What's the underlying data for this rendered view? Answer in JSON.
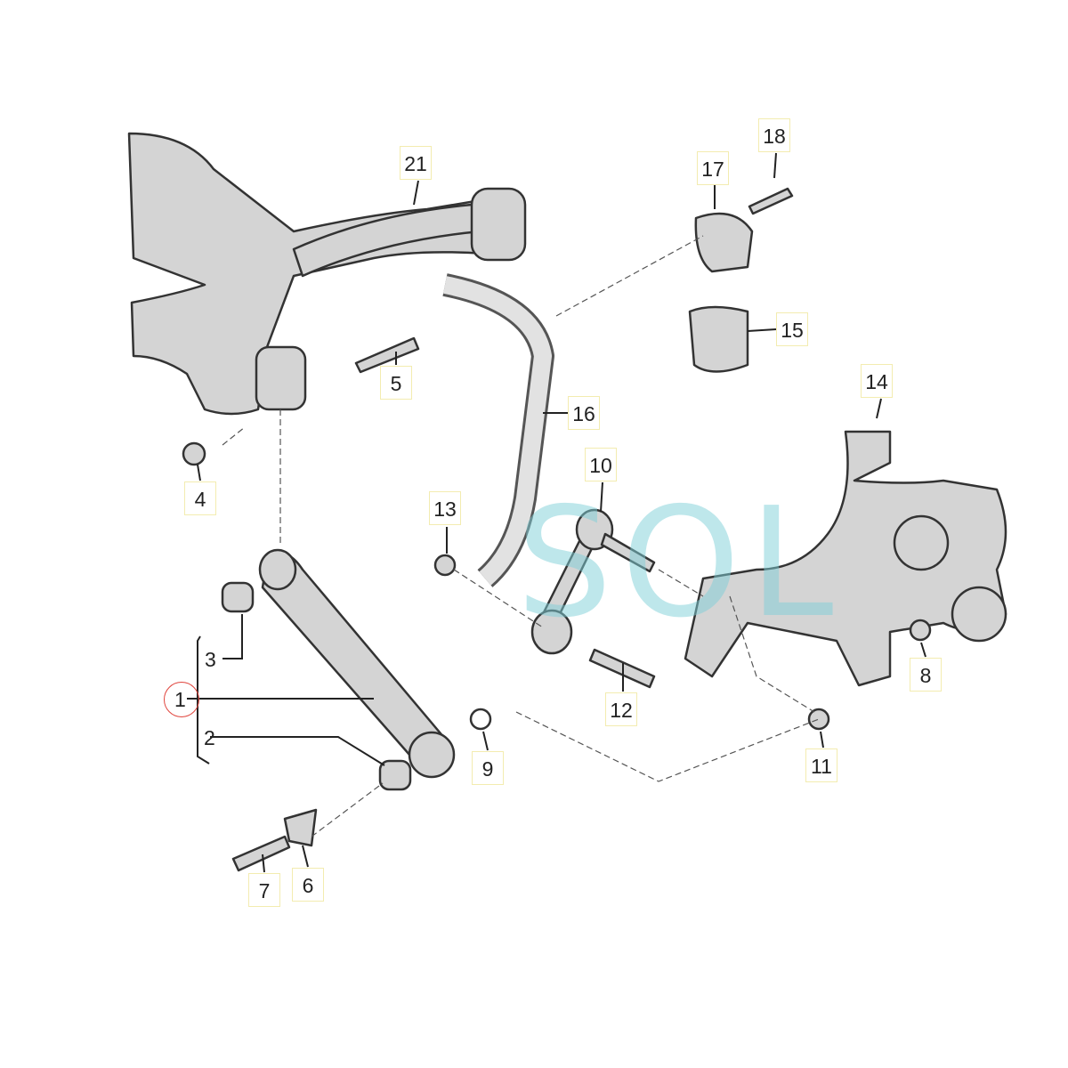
{
  "diagram": {
    "callouts": [
      "21",
      "18",
      "17",
      "15",
      "16",
      "14",
      "5",
      "4",
      "13",
      "10",
      "3",
      "1",
      "2",
      "12",
      "8",
      "9",
      "11",
      "7",
      "6"
    ],
    "highlighted_callout": "1",
    "highlight_color": "#e0443c"
  },
  "watermark": {
    "text": "SOL",
    "color": "#7fd0d8"
  }
}
